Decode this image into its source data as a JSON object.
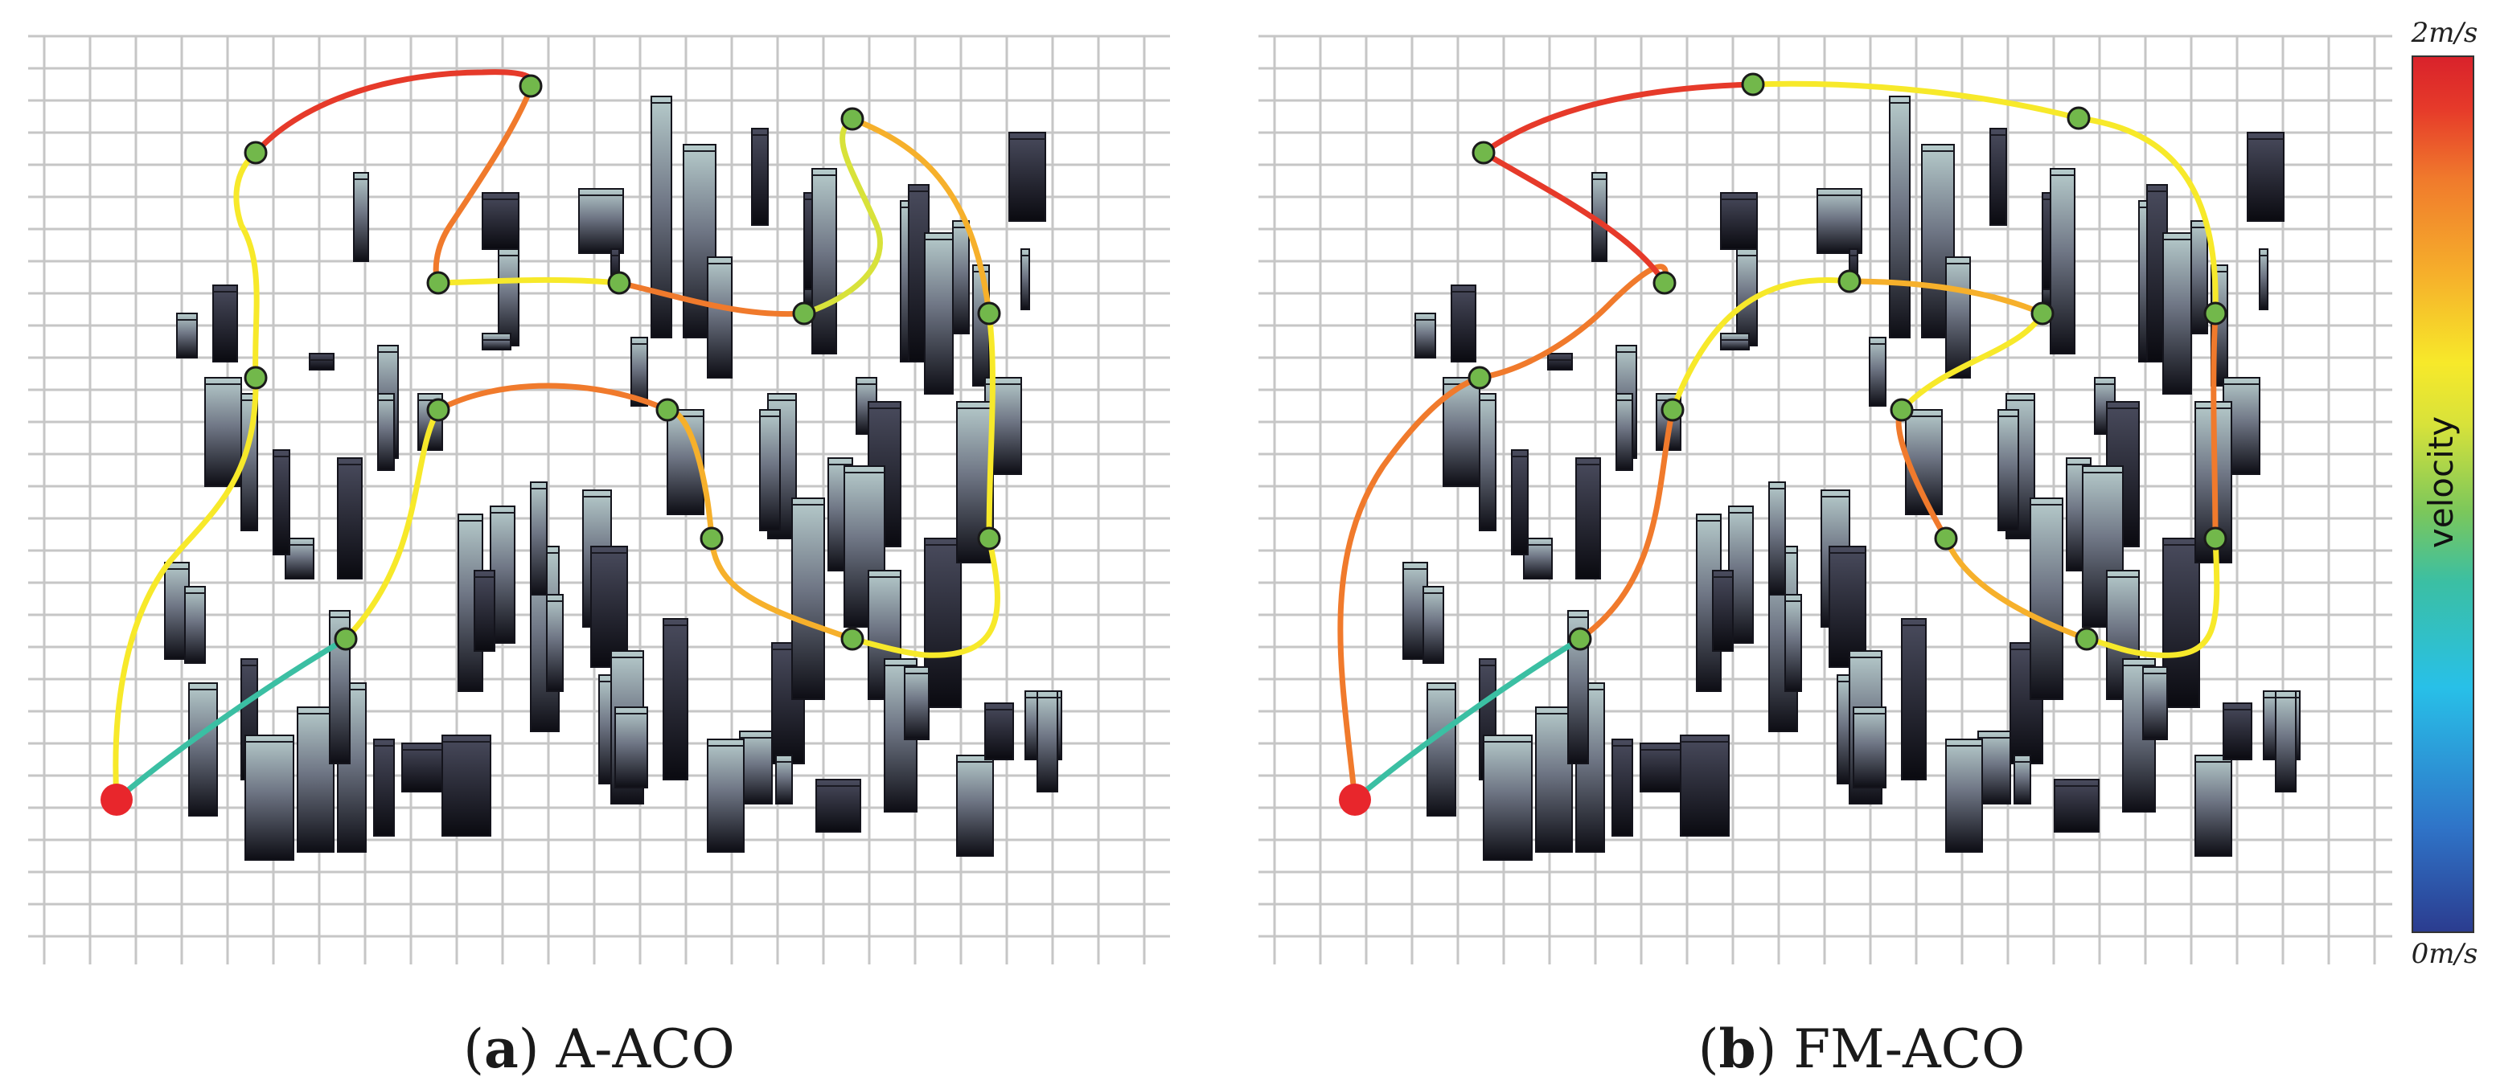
{
  "panels": [
    {
      "id": "a",
      "label": "a",
      "title": "A-ACO"
    },
    {
      "id": "b",
      "label": "b",
      "title": "FM-ACO"
    }
  ],
  "colorbar": {
    "max_label": "2m/s",
    "min_label": "0m/s",
    "title": "velocity",
    "colors": [
      "#2b3c8f",
      "#2f74c8",
      "#28c0e8",
      "#3bbfa3",
      "#7bc75b",
      "#d8e23a",
      "#f7e92a",
      "#f6b02b",
      "#f07a2c",
      "#e63a2a",
      "#d9222b"
    ]
  },
  "colors": {
    "grid": "#c6c6c6",
    "start": "#e8262c",
    "waypoint": "#72b84b",
    "obstacle_top": "#b7cccc",
    "obstacle_bottom": "#101018"
  }
}
